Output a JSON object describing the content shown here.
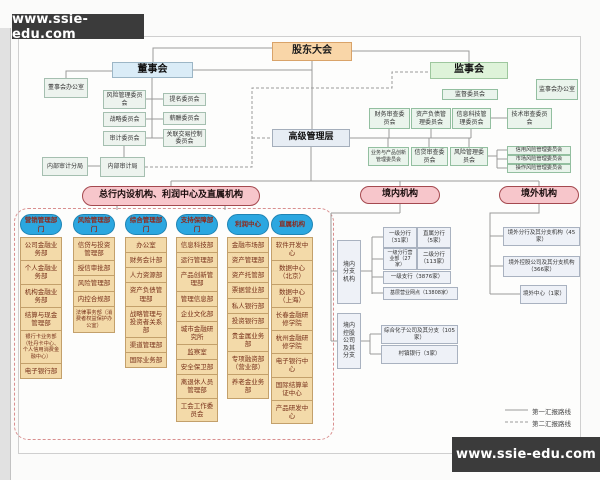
{
  "watermark": "www.ssie-edu.com",
  "colors": {
    "accent_pink": "#f7c6cb",
    "accent_blue": "#2ba7e0",
    "oval_border": "#a4494f",
    "dept_tan": "#f3daa9"
  },
  "nodes": {
    "shareholders": "股东大会",
    "board": "董事会",
    "board_office": "董事会办公室",
    "supervisors": "监事会",
    "supervision_committee": "监督委员会",
    "supervisors_office": "监事会办公室",
    "senior_management": "高级管理层",
    "internal_audit_sub": "内部审计分局",
    "internal_audit": "内部审计局",
    "tech_review": "技术审查委员会",
    "head_office_group": "总行内设机构、利润中心及直属机构",
    "domestic_group": "境内机构",
    "overseas_group": "境外机构"
  },
  "board_committees_left": [
    "风险管理委员会",
    "战略委员会",
    "审计委员会"
  ],
  "board_committees_right": [
    "提名委员会",
    "薪酬委员会",
    "关联交易控制委员会"
  ],
  "mgmt_committees_row1": [
    "财务审查委员会",
    "资产负债管理委员会",
    "信息科技管理委员会"
  ],
  "mgmt_committees_row2": [
    "业务与产品创新管理委员会",
    "信贷审查委员会",
    "风险管理委员会"
  ],
  "risk_sub_committees": [
    "信用风险管理委员会",
    "市场风险管理委员会",
    "操作风险管理委员会"
  ],
  "columns": [
    {
      "header": "营销管理部门",
      "items": [
        "公司金融业务部",
        "个人金融业务部",
        "机构金融业务部",
        "结算与现金管理部",
        "银行卡业务部（牡丹卡中心、个人信用消费金融中心）",
        "电子银行部"
      ]
    },
    {
      "header": "风险管理部门",
      "items": [
        "信贷与投资管理部",
        "授信审批部",
        "风险管理部",
        "内控合规部",
        "法律事务部（消费者权益保护办公室）"
      ]
    },
    {
      "header": "综合管理部门",
      "items": [
        "办公室",
        "财务会计部",
        "人力资源部",
        "资产负债管理部",
        "战略管理与投资者关系部",
        "渠道管理部",
        "国际业务部"
      ]
    },
    {
      "header": "支持保障部门",
      "items": [
        "信息科技部",
        "运行管理部",
        "产品创新管理部",
        "管理信息部",
        "企业文化部",
        "城市金融研究所",
        "监察室",
        "安全保卫部",
        "离退休人员管理部",
        "工会工作委员会"
      ]
    },
    {
      "header": "利润中心",
      "items": [
        "金融市场部",
        "资产管理部",
        "资产托管部",
        "票据营业部",
        "私人银行部",
        "投资银行部",
        "贵金属业务部",
        "专项融资部（营业部）",
        "养老金业务部"
      ]
    },
    {
      "header": "直属机构",
      "items": [
        "软件开发中心",
        "数据中心（北京）",
        "数据中心（上海）",
        "长春金融研修学院",
        "杭州金融研修学院",
        "电子银行中心",
        "国际结算单证中心",
        "产品研发中心"
      ]
    }
  ],
  "domestic": {
    "branch_label": "境内分支机构",
    "grid": [
      "一级分行（31家）",
      "直属分行（5家）",
      "一级分行营业部（27家）",
      "二级分行（113家）"
    ],
    "wide": [
      "一级支行（3876家）",
      "基层营业网点（13808家）"
    ],
    "holding_label": "境内控股公司及其分支",
    "holding_items": [
      "综合化子公司及其分支（105家）",
      "村镇银行（3家）"
    ]
  },
  "overseas": {
    "items": [
      "境外分行及其分支机构（45家）",
      "境外控股公司及其分支机构（366家）",
      "境外中心（1家）"
    ]
  },
  "legend": {
    "first": "第一汇报路线",
    "second": "第二汇报路线"
  }
}
